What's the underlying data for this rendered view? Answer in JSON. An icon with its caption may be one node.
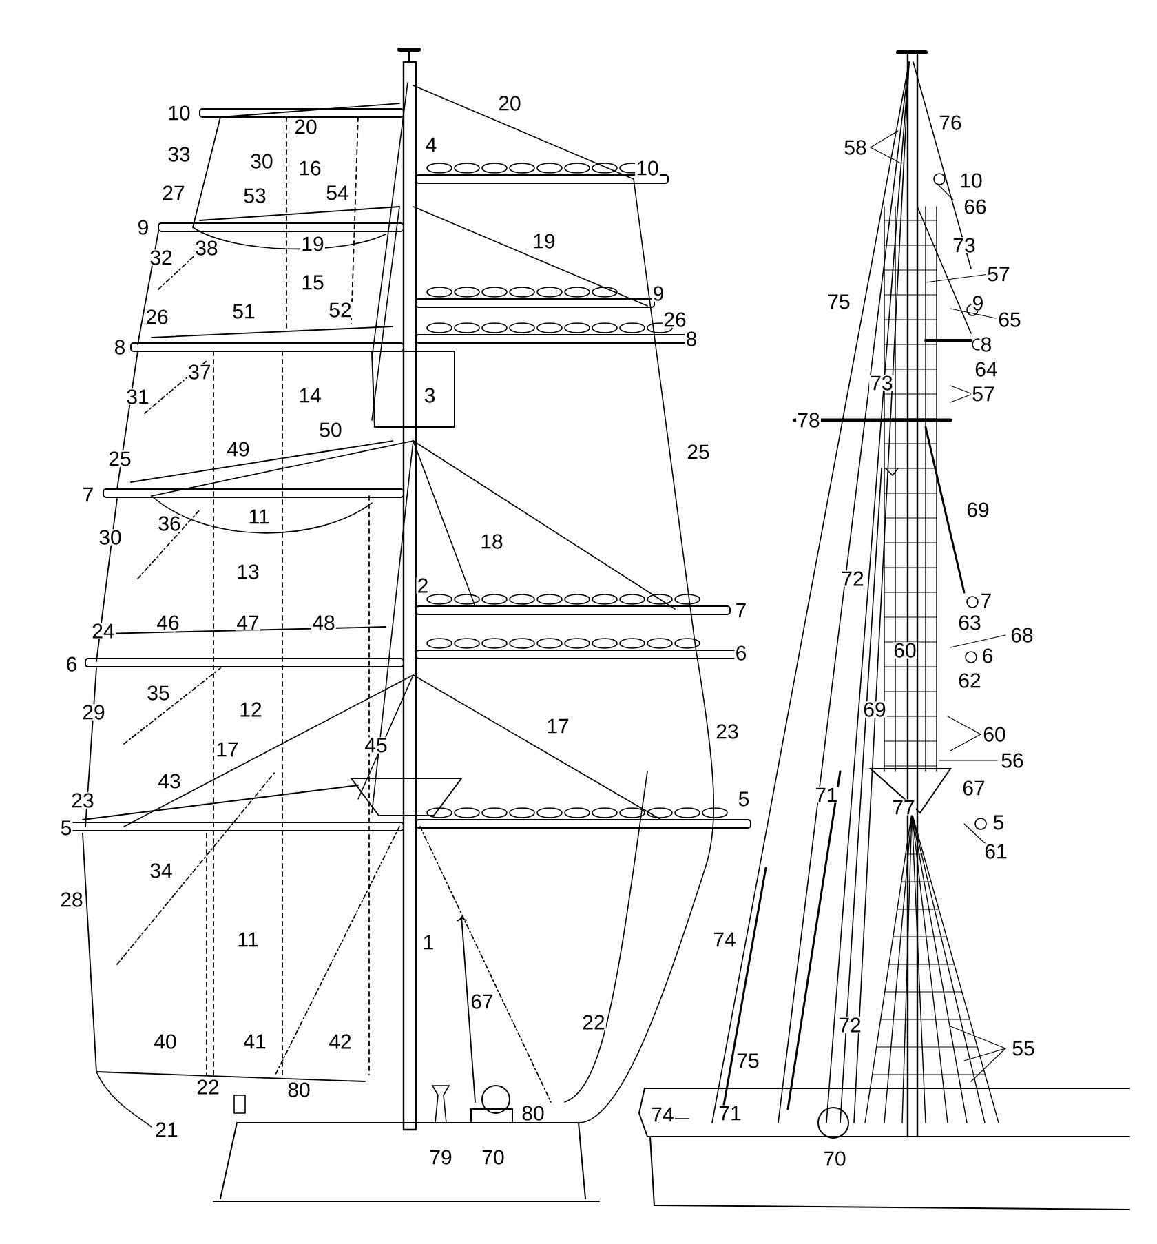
{
  "diagram": {
    "labels": [
      "20",
      "10",
      "20",
      "4",
      "33",
      "30",
      "16",
      "10",
      "27",
      "53",
      "54",
      "9",
      "38",
      "19",
      "32",
      "19",
      "15",
      "9",
      "51",
      "52",
      "26",
      "26",
      "8",
      "8",
      "37",
      "31",
      "14",
      "3",
      "50",
      "49",
      "25",
      "25",
      "7",
      "36",
      "11",
      "30",
      "18",
      "13",
      "2",
      "7",
      "46",
      "47",
      "48",
      "24",
      "6",
      "6",
      "35",
      "29",
      "12",
      "17",
      "23",
      "17",
      "45",
      "43",
      "23",
      "5",
      "5",
      "34",
      "28",
      "11",
      "1",
      "67",
      "22",
      "40",
      "41",
      "42",
      "22",
      "80",
      "21",
      "80",
      "79",
      "70",
      "76",
      "58",
      "10",
      "66",
      "73",
      "57",
      "75",
      "9",
      "65",
      "8",
      "64",
      "73",
      "57",
      "78",
      "69",
      "72",
      "7",
      "63",
      "68",
      "60",
      "6",
      "62",
      "69",
      "60",
      "56",
      "71",
      "67",
      "77",
      "5",
      "61",
      "74",
      "72",
      "75",
      "55",
      "74",
      "71",
      "70"
    ]
  }
}
